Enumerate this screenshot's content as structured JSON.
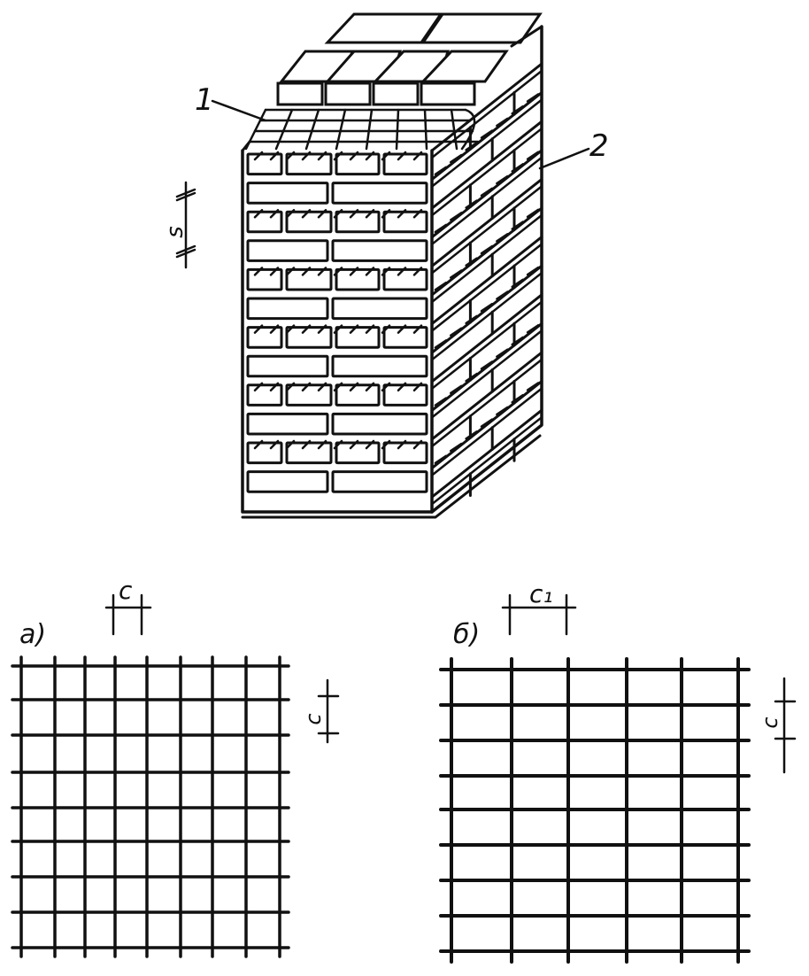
{
  "pillar": {
    "callout_1": "1",
    "callout_2": "2",
    "dim_label": "s"
  },
  "mesh_a": {
    "caption": "а)",
    "dim_h": "c",
    "dim_v": "c"
  },
  "mesh_b": {
    "caption": "б)",
    "dim_h": "c₁",
    "dim_v": "c"
  }
}
